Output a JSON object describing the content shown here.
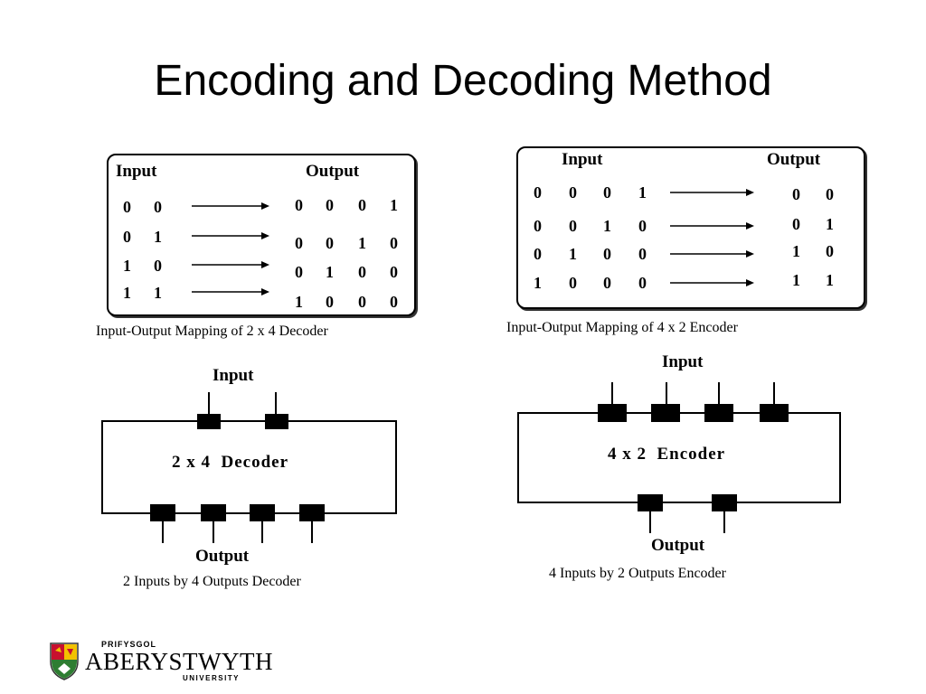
{
  "slide": {
    "title": "Encoding and Decoding Method"
  },
  "decoder_table": {
    "input_header": "Input",
    "output_header": "Output",
    "rows": [
      {
        "inputs": [
          "0",
          "0"
        ],
        "outputs": [
          "0",
          "0",
          "0",
          "1"
        ]
      },
      {
        "inputs": [
          "0",
          "1"
        ],
        "outputs": [
          "0",
          "0",
          "1",
          "0"
        ]
      },
      {
        "inputs": [
          "1",
          "0"
        ],
        "outputs": [
          "0",
          "1",
          "0",
          "0"
        ]
      },
      {
        "inputs": [
          "1",
          "1"
        ],
        "outputs": [
          "1",
          "0",
          "0",
          "0"
        ]
      }
    ],
    "caption": "Input-Output Mapping of  2 x 4 Decoder"
  },
  "encoder_table": {
    "input_header": "Input",
    "output_header": "Output",
    "rows": [
      {
        "inputs": [
          "0",
          "0",
          "0",
          "1"
        ],
        "outputs": [
          "0",
          "0"
        ]
      },
      {
        "inputs": [
          "0",
          "0",
          "1",
          "0"
        ],
        "outputs": [
          "0",
          "1"
        ]
      },
      {
        "inputs": [
          "0",
          "1",
          "0",
          "0"
        ],
        "outputs": [
          "1",
          "0"
        ]
      },
      {
        "inputs": [
          "1",
          "0",
          "0",
          "0"
        ],
        "outputs": [
          "1",
          "1"
        ]
      }
    ],
    "caption": "Input-Output Mapping of   4 x 2 Encoder"
  },
  "decoder_block": {
    "input_label": "Input",
    "name": "2 x 4  Decoder",
    "output_label": "Output",
    "caption": "2 Inputs by 4 Outputs Decoder"
  },
  "encoder_block": {
    "input_label": "Input",
    "name": "4 x 2  Encoder",
    "output_label": "Output",
    "caption": "4 Inputs by 2 Outputs Encoder"
  },
  "logo": {
    "prefix": "PRIFYSGOL",
    "name": "ABERYSTWYTH",
    "suffix": "UNIVERSITY",
    "shield_color": "#c8102e",
    "shield_green": "#2e7d32"
  }
}
